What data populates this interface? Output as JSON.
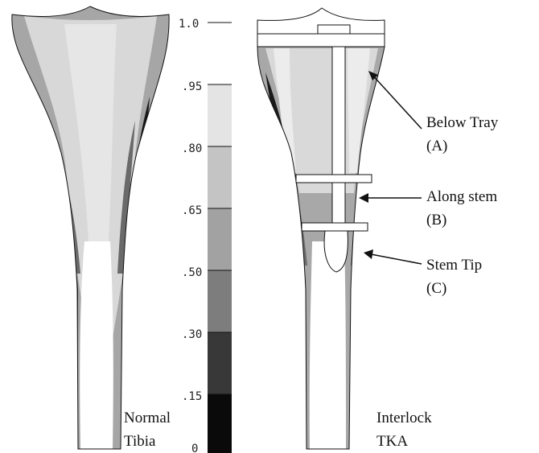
{
  "colors": {
    "band_shades": [
      "#0a0a0a",
      "#383838",
      "#5c5c5c",
      "#7d7d7d",
      "#a2a2a2",
      "#c4c4c4",
      "#e4e4e4"
    ],
    "background": "#ffffff",
    "outline": "#111111"
  },
  "scale": {
    "ticks": [
      "1.0",
      ".95",
      ".80",
      ".65",
      ".50",
      ".30",
      ".15",
      "0"
    ]
  },
  "left_bone": {
    "label_line1": "Normal",
    "label_line2": "Tibia"
  },
  "right_bone": {
    "label_line1": "Interlock",
    "label_line2": "TKA"
  },
  "callouts": [
    {
      "line1": "Below Tray",
      "line2": "(A)"
    },
    {
      "line1": "Along stem",
      "line2": "(B)"
    },
    {
      "line1": "Stem Tip",
      "line2": "(C)"
    }
  ]
}
